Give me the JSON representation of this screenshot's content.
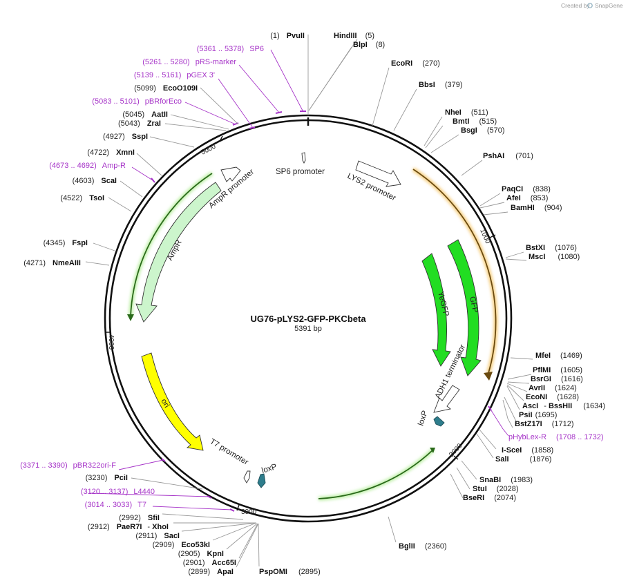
{
  "credit": {
    "prefix": "Created by",
    "brand": "SnapGene"
  },
  "plasmid": {
    "name": "UG76-pLYS2-GFP-PKCbeta",
    "length_label": "5391 bp",
    "length": 5391
  },
  "tick_labels": [
    "1000",
    "2000",
    "3000",
    "4000",
    "5000"
  ],
  "features": [
    {
      "name": "SP6 promoter",
      "color": "#ffffff"
    },
    {
      "name": "LYS2 promoter",
      "color": "#ffffff"
    },
    {
      "name": "AmpR promoter",
      "color": "#ffffff"
    },
    {
      "name": "AmpR",
      "color": "#ccf5cc"
    },
    {
      "name": "YeGFP",
      "color": "#22dd22"
    },
    {
      "name": "GFP",
      "color": "#22dd22"
    },
    {
      "name": "ADH1 terminator",
      "color": "#ffffff"
    },
    {
      "name": "loxP",
      "color": "#2e7d8c"
    },
    {
      "name": "ori",
      "color": "#ffff00"
    },
    {
      "name": "T7 promoter",
      "color": "#ffffff"
    },
    {
      "name": "loxP",
      "color": "#2e7d8c"
    }
  ],
  "sites": [
    {
      "pos": "(1)",
      "name": "PvuII"
    },
    {
      "name": "HindIII",
      "pos": "(5)"
    },
    {
      "name": "BlpI",
      "pos": "(8)"
    },
    {
      "name": "EcoRI",
      "pos": "(270)"
    },
    {
      "name": "BbsI",
      "pos": "(379)"
    },
    {
      "name": "NheI",
      "pos": "(511)"
    },
    {
      "name": "BmtI",
      "pos": "(515)"
    },
    {
      "name": "BsgI",
      "pos": "(570)"
    },
    {
      "name": "PshAI",
      "pos": "(701)"
    },
    {
      "name": "PaqCI",
      "pos": "(838)"
    },
    {
      "name": "AfeI",
      "pos": "(853)"
    },
    {
      "name": "BamHI",
      "pos": "(904)"
    },
    {
      "name": "BstXI",
      "pos": "(1076)"
    },
    {
      "name": "MscI",
      "pos": "(1080)"
    },
    {
      "name": "MfeI",
      "pos": "(1469)"
    },
    {
      "name": "PflMI",
      "pos": "(1605)"
    },
    {
      "name": "BsrGI",
      "pos": "(1616)"
    },
    {
      "name": "AvrII",
      "pos": "(1624)"
    },
    {
      "name": "EcoNI",
      "pos": "(1628)"
    },
    {
      "name": "AscI",
      "name2": "BssHII",
      "pos": "(1634)"
    },
    {
      "name": "PsiI",
      "pos": "(1695)"
    },
    {
      "name": "BstZ17I",
      "pos": "(1712)"
    },
    {
      "name": "I-SceI",
      "pos": "(1858)"
    },
    {
      "name": "SalI",
      "pos": "(1876)"
    },
    {
      "name": "SnaBI",
      "pos": "(1983)"
    },
    {
      "name": "StuI",
      "pos": "(2028)"
    },
    {
      "name": "BseRI",
      "pos": "(2074)"
    },
    {
      "name": "BglII",
      "pos": "(2360)"
    },
    {
      "name": "PspOMI",
      "pos": "(2895)"
    },
    {
      "pos": "(2899)",
      "name": "ApaI"
    },
    {
      "pos": "(2901)",
      "name": "Acc65I"
    },
    {
      "pos": "(2905)",
      "name": "KpnI"
    },
    {
      "pos": "(2909)",
      "name": "Eco53kI"
    },
    {
      "pos": "(2911)",
      "name": "SacI"
    },
    {
      "pos": "(2912)",
      "name": "PaeR7I",
      "name2": "XhoI"
    },
    {
      "pos": "(2992)",
      "name": "SfiI"
    },
    {
      "pos": "(3230)",
      "name": "PciI"
    },
    {
      "pos": "(4271)",
      "name": "NmeAIII"
    },
    {
      "pos": "(4345)",
      "name": "FspI"
    },
    {
      "pos": "(4522)",
      "name": "TsoI"
    },
    {
      "pos": "(4603)",
      "name": "ScaI"
    },
    {
      "pos": "(4722)",
      "name": "XmnI"
    },
    {
      "pos": "(4927)",
      "name": "SspI"
    },
    {
      "pos": "(5043)",
      "name": "ZraI"
    },
    {
      "pos": "(5045)",
      "name": "AatII"
    },
    {
      "pos": "(5099)",
      "name": "EcoO109I"
    }
  ],
  "primers": [
    {
      "range": "(5361 .. 5378)",
      "name": "SP6"
    },
    {
      "range": "(5261 .. 5280)",
      "name": "pRS-marker"
    },
    {
      "range": "(5139 .. 5161)",
      "name": "pGEX 3'"
    },
    {
      "range": "(5083 .. 5101)",
      "name": "pBRforEco"
    },
    {
      "range": "(4673 .. 4692)",
      "name": "Amp-R"
    },
    {
      "name": "pHybLex-R",
      "range": "(1708 .. 1732)"
    },
    {
      "range": "(3371 .. 3390)",
      "name": "pBR322ori-F"
    },
    {
      "range": "(3120 .. 3137)",
      "name": "L4440"
    },
    {
      "range": "(3014 .. 3033)",
      "name": "T7"
    }
  ]
}
